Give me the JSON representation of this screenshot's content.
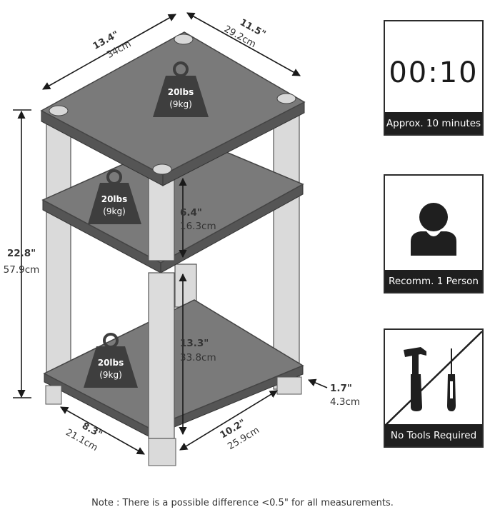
{
  "dimensions": {
    "top_depth_in": "13.4\"",
    "top_depth_cm": "34cm",
    "top_width_in": "11.5\"",
    "top_width_cm": "29.2cm",
    "height_in": "22.8\"",
    "height_cm": "57.9cm",
    "upper_gap_in": "6.4\"",
    "upper_gap_cm": "16.3cm",
    "lower_gap_in": "13.3\"",
    "lower_gap_cm": "33.8cm",
    "clearance_in": "1.7\"",
    "clearance_cm": "4.3cm",
    "inner_depth_in": "8.3\"",
    "inner_depth_cm": "21.1cm",
    "inner_width_in": "10.2\"",
    "inner_width_cm": "25.9cm"
  },
  "weights": [
    {
      "lbs": "20lbs",
      "kg": "(9kg)"
    },
    {
      "lbs": "20lbs",
      "kg": "(9kg)"
    },
    {
      "lbs": "20lbs",
      "kg": "(9kg)"
    }
  ],
  "panels": {
    "time": {
      "display": "00:10",
      "caption": "Approx. 10 minutes",
      "icon": "digital-timer-icon"
    },
    "people": {
      "caption": "Recomm. 1 Person",
      "icon": "person-icon"
    },
    "tools": {
      "caption": "No Tools Required",
      "icon": "hammer-screwdriver-crossed-icon"
    }
  },
  "note": "Note : There is a possible difference <0.5\" for all measurements.",
  "colors": {
    "shelf": "#6d6d6d",
    "leg": "#dcdcdc",
    "weight": "#3e3e3e",
    "caption_bg": "#1f1f1f"
  }
}
